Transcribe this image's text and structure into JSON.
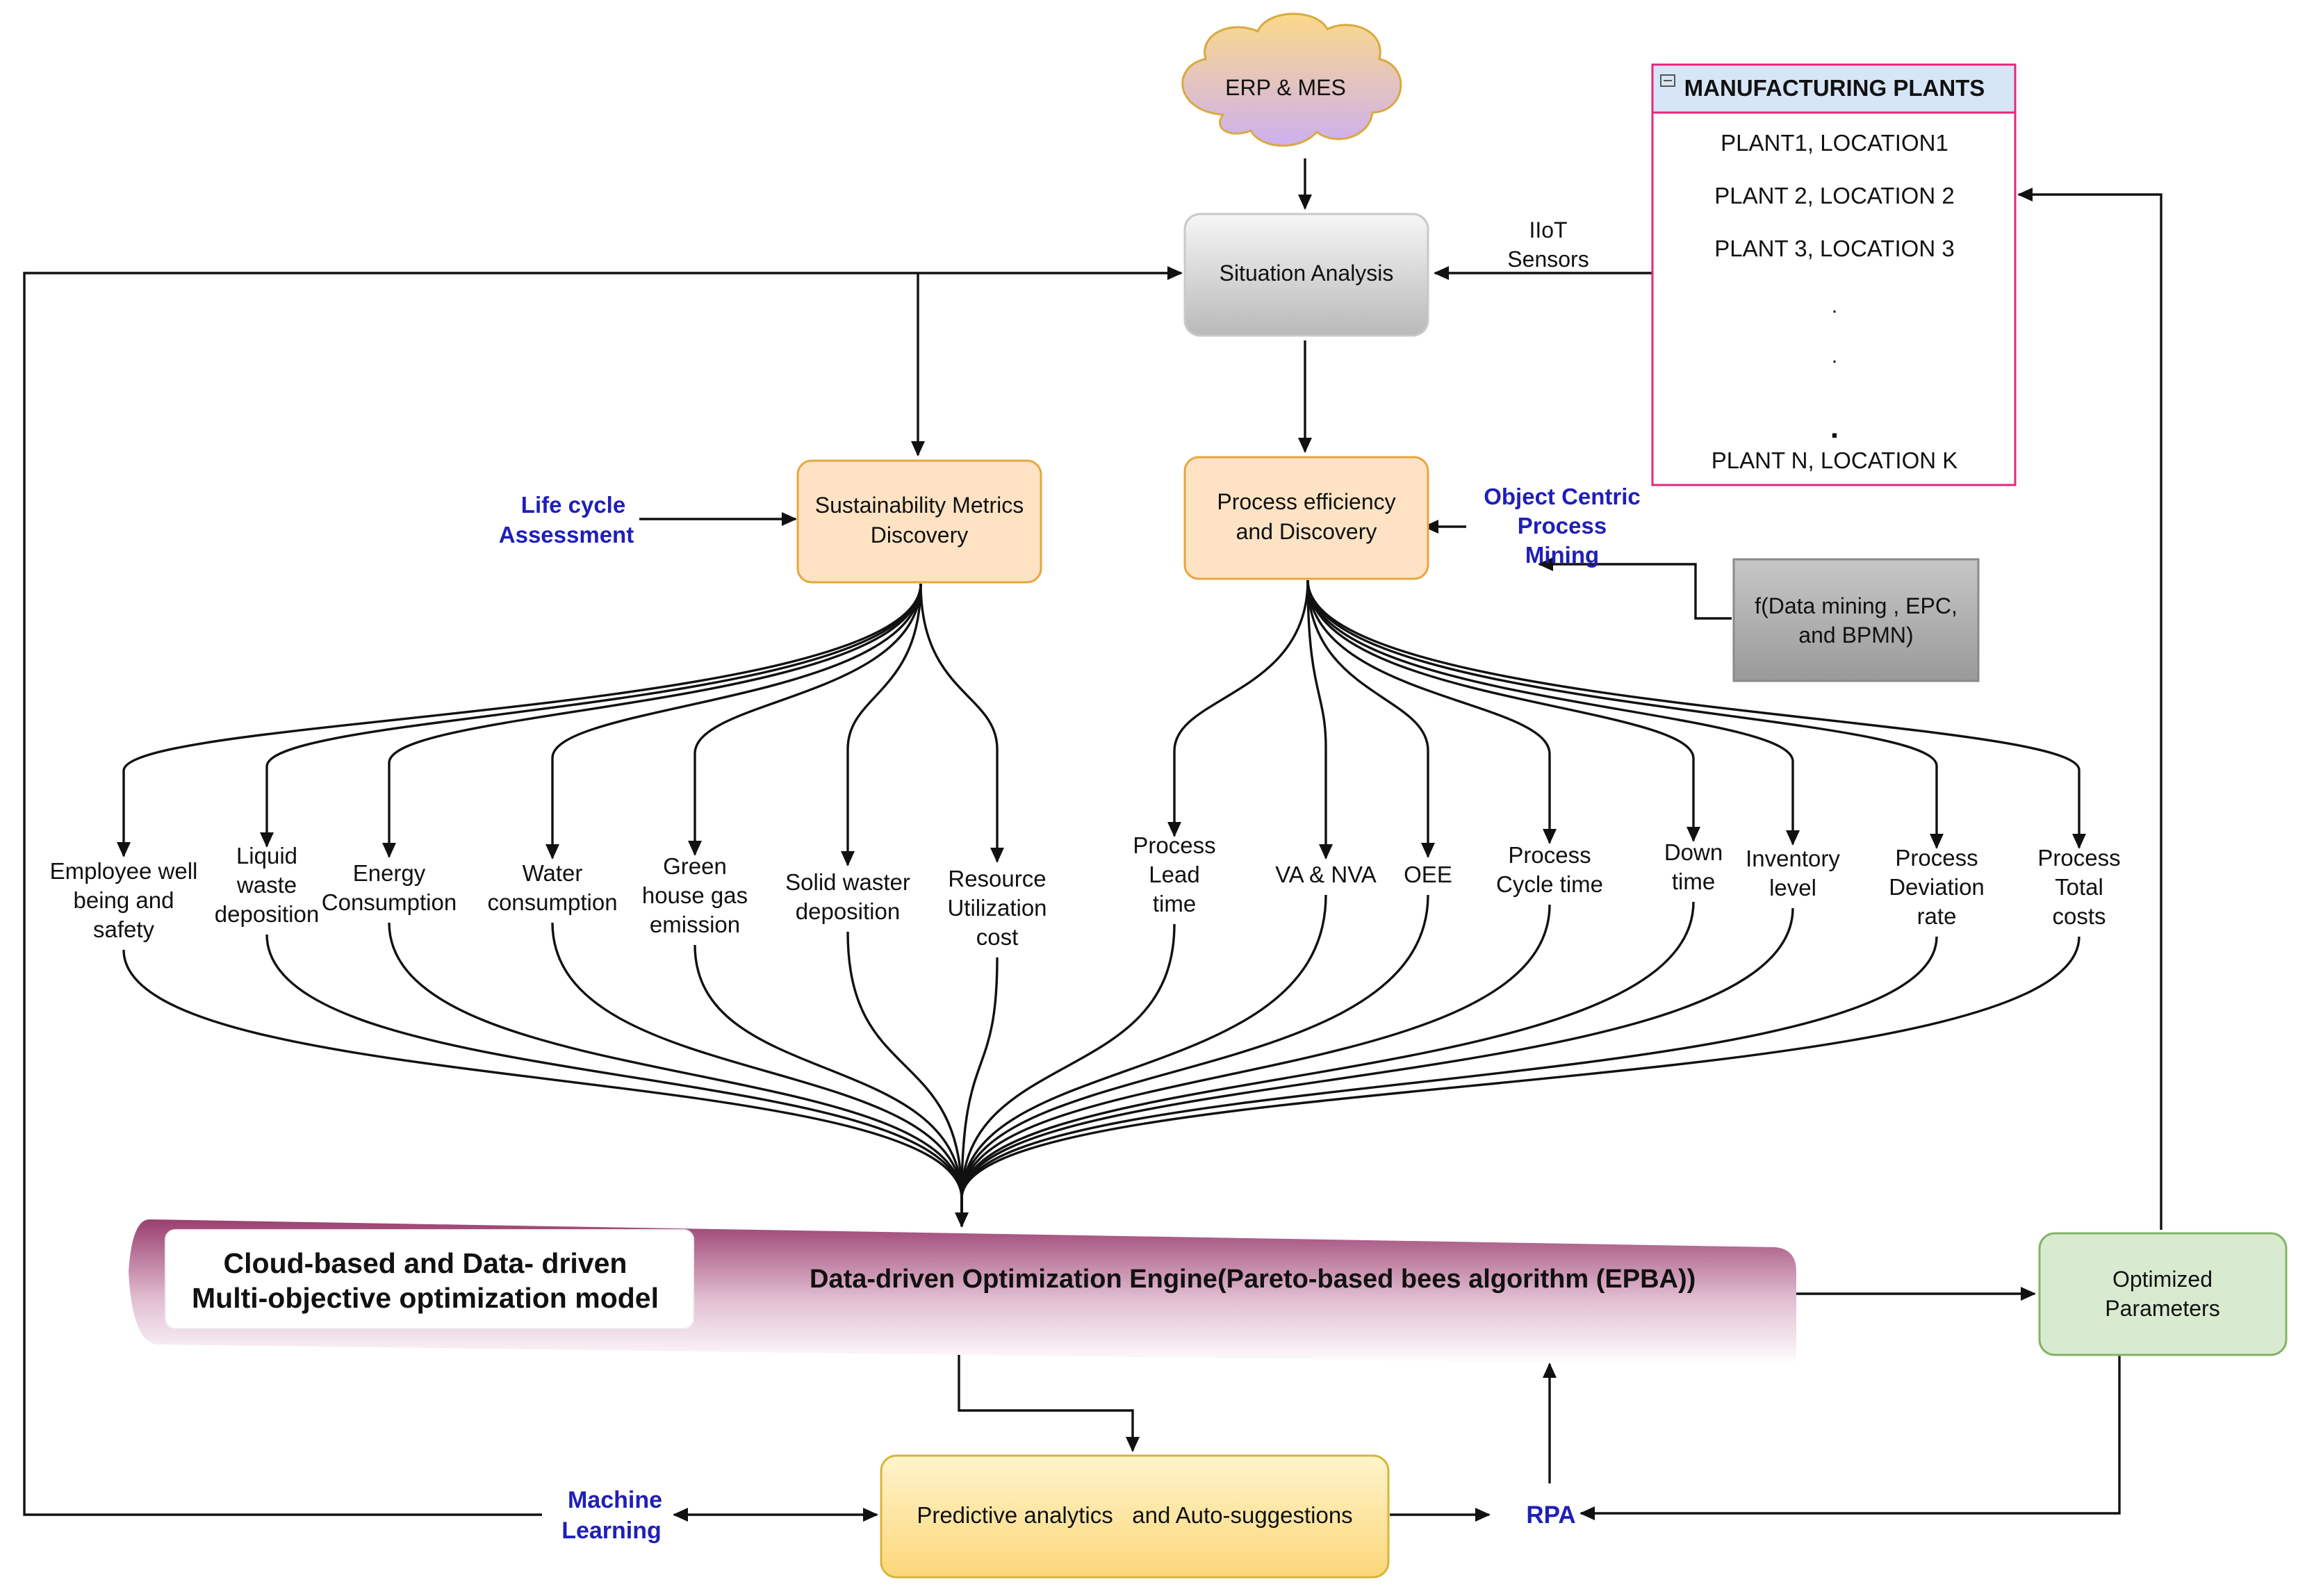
{
  "erp_mes": "ERP & MES",
  "situation_analysis": "Situation Analysis",
  "iiot_sensors": [
    "IIoT",
    "Sensors"
  ],
  "manufacturing_plants": {
    "title": "MANUFACTURING  PLANTS",
    "rows": [
      "PLANT1, LOCATION1",
      "PLANT 2, LOCATION 2",
      "PLANT 3, LOCATION 3",
      ".",
      ".",
      ".",
      "PLANT N, LOCATION K"
    ]
  },
  "sustainability_box": [
    "Sustainability Metrics",
    "Discovery"
  ],
  "process_box": [
    "Process efficiency",
    "and  Discovery"
  ],
  "life_cycle": [
    "Life cycle",
    "Assessment"
  ],
  "object_centric": [
    "Object Centric",
    "Process",
    "Mining"
  ],
  "data_mining_box": [
    "f(Data mining , EPC,",
    "and BPMN)"
  ],
  "sustainability_metrics": [
    [
      "Employee well",
      "being and",
      "safety"
    ],
    [
      "Liquid",
      "waste",
      "deposition"
    ],
    [
      "Energy",
      "Consumption"
    ],
    [
      "Water",
      "consumption"
    ],
    [
      "Green",
      "house gas",
      "emission"
    ],
    [
      "Solid waster",
      "deposition"
    ],
    [
      "Resource",
      "Utilization",
      "cost"
    ]
  ],
  "process_metrics": [
    [
      "Process",
      "Lead",
      "time"
    ],
    [
      "VA & NVA"
    ],
    [
      "OEE"
    ],
    [
      "Process",
      "Cycle time"
    ],
    [
      "Down",
      "time"
    ],
    [
      "Inventory",
      "level"
    ],
    [
      "Process",
      "Deviation",
      "rate"
    ],
    [
      "Process",
      "Total",
      "costs"
    ]
  ],
  "cloud_model": [
    "Cloud-based and Data- driven",
    "Multi-objective optimization model"
  ],
  "engine": "Data-driven Optimization Engine(Pareto-based bees algorithm (EPBA))",
  "optimized_parameters": [
    "Optimized",
    "Parameters"
  ],
  "predictive": "Predictive analytics   and Auto-suggestions",
  "machine_learning": [
    "Machine",
    "Learning"
  ],
  "rpa": "RPA",
  "colors": {
    "orange_fill": "#fde3c4",
    "orange_stroke": "#e8a63b",
    "yellow_fill": "#fde9a6",
    "yellow_stroke": "#d9b43a",
    "green_fill": "#d8ebd0",
    "green_stroke": "#82b366",
    "pink_stroke": "#e4287a",
    "pink_header": "#d7e6f7",
    "engine_band": "#9a3f6f",
    "blue_text": "#1f1fb8"
  }
}
